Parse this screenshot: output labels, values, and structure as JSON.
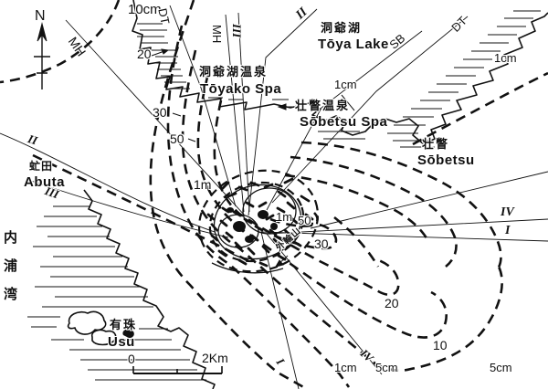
{
  "colors": {
    "ink": "#111111",
    "paper": "#ffffff"
  },
  "compass": {
    "north": "N"
  },
  "scale_bar": {
    "zero": "0",
    "end": "2Km"
  },
  "labels": {
    "north": "N",
    "isopach_10cm_nw": "10cm",
    "survey_dt_nw": "DT",
    "survey_mh_nw": "MH",
    "survey_mh_n": "MH",
    "survey_iii_n": "III",
    "survey_ii_ne": "II",
    "toya_lake_ja": "洞爺湖",
    "toya_lake_en": "Tōya Lake",
    "survey_sb": "SB",
    "survey_dt_ne": "DT",
    "isopach_1cm_ne": "1cm",
    "isopach_20_nw": "20",
    "toyako_spa_ja": "洞爺湖温泉",
    "toyako_spa_en": "Tōyako Spa",
    "isopach_1cm_n": "1cm",
    "sobetsu_spa_ja": "壮瞥温泉",
    "sobetsu_spa_en": "Sōbetsu Spa",
    "sobetsu_ja": "壮瞥",
    "sobetsu_en": "Sōbetsu",
    "survey_ii_w": "II",
    "abuta_ja": "虻田",
    "abuta_en": "Abuta",
    "survey_iii_w": "III",
    "isopach_30_nw": "30",
    "isopach_50_nw": "50",
    "isopach_1m_nw": "1m",
    "uchiura_bay_ja": "内浦湾",
    "isopach_1m_c": "1m",
    "isopach_50_c": "50",
    "somma_ja": "外輪山",
    "isopach_30_c": "30",
    "usu_ja": "有珠",
    "usu_en": "Usu",
    "isopach_20_se": "20",
    "isopach_10_se": "10",
    "survey_iv_e": "IV",
    "survey_i_e": "I",
    "survey_iv_s": "IV",
    "survey_i_s": "I",
    "isopach_1cm_s": "1cm",
    "isopach_5cm_s": "5cm",
    "isopach_5cm_se": "5cm",
    "scale_zero": "0",
    "scale_2km": "2Km"
  }
}
